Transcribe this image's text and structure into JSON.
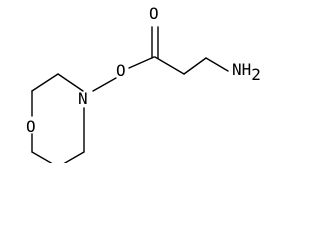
{
  "molecule": {
    "atoms": {
      "ring_oxygen": "O",
      "ring_nitrogen": "N",
      "ester_oxygen": "O",
      "carbonyl_oxygen": "O",
      "amine": "NH",
      "amine_subscript": "2"
    },
    "colors": {
      "bond": "#000000",
      "label": "#000000",
      "background": "#ffffff"
    }
  }
}
